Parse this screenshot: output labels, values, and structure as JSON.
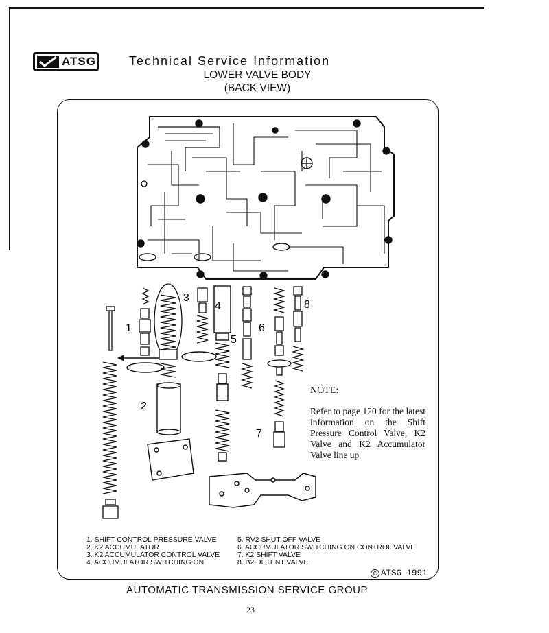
{
  "header": {
    "logo_text": "ATSG",
    "title": "Technical Service Information",
    "subtitle_line1": "LOWER VALVE BODY",
    "subtitle_line2": "(BACK VIEW)"
  },
  "diagram": {
    "callouts": [
      "1",
      "2",
      "3",
      "4",
      "5",
      "6",
      "7",
      "8"
    ]
  },
  "note": {
    "title": "NOTE:",
    "body": "Refer to page 120 for the latest information on the Shift Pressure Control Valve, K2 Valve and K2 Accumulator Valve line up"
  },
  "legend": {
    "left": [
      "1. SHIFT CONTROL PRESSURE VALVE",
      "2. K2 ACCUMULATOR",
      "3. K2 ACCUMULATOR CONTROL VALVE",
      "4. ACCUMULATOR SWITCHING ON"
    ],
    "right": [
      "5. RV2 SHUT OFF VALVE",
      "6. ACCUMULATOR SWITCHING ON CONTROL VALVE",
      "7. K2 SHIFT VALVE",
      "8. B2 DETENT VALVE"
    ]
  },
  "copyright": {
    "symbol": "C",
    "text": "ATSG 1991"
  },
  "footer": {
    "org": "AUTOMATIC TRANSMISSION SERVICE GROUP",
    "page_number": "23"
  }
}
